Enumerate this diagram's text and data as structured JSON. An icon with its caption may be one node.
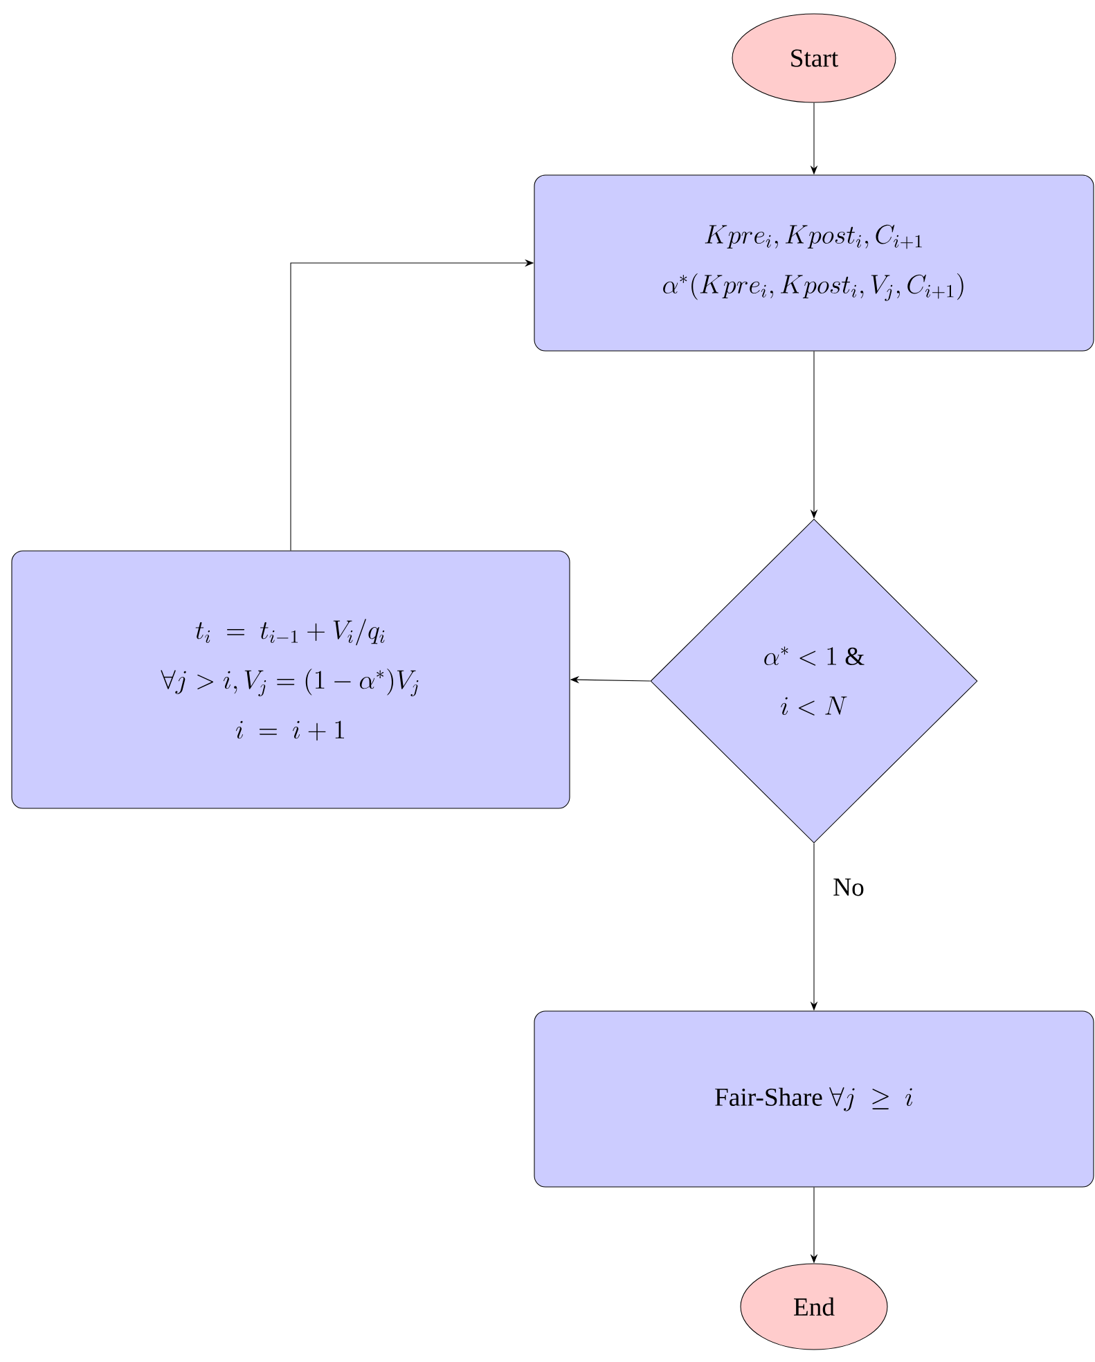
{
  "diagram": {
    "nodes": [
      {
        "text": [
          "Start"
        ]
      },
      {
        "text": [
          "Kpre_i, Kpost_i, C_{i+1}",
          "\\alpha^*(Kpre_i, Kpost_i, V_j, C_{i+1})"
        ]
      },
      {
        "text": [
          "\\alpha^* < 1\\ \\text{\\&}",
          "i < N"
        ]
      },
      {
        "text": [
          "t_i \\ = \\ t_{i-1} + V_i/q_i",
          "\\forall j > i, V_j = (1-\\alpha^*)V_j",
          "i \\ = \\ i + 1"
        ]
      },
      {
        "text": [
          "\\text{Fair-Share } \\forall j \\ \\geq \\ i"
        ]
      },
      {
        "text": [
          "End"
        ]
      }
    ],
    "edges": [
      {
        "from": 0,
        "to": 1,
        "arrow": "to"
      },
      {
        "from": 1,
        "to": 2,
        "arrow": "to"
      },
      {
        "from": 2,
        "to": 3,
        "arrow": "to"
      },
      {
        "from": 3,
        "to": 1,
        "arrow": "to"
      },
      {
        "from": 2,
        "to": 4,
        "arrow": "to",
        "label": "No"
      },
      {
        "from": 4,
        "to": 5,
        "arrow": "to"
      }
    ]
  }
}
